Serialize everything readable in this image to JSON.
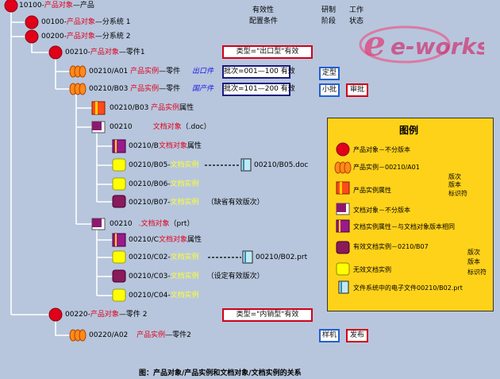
{
  "header": {
    "col1a": "有效性",
    "col1b": "配置条件",
    "col2a": "研制",
    "col2b": "阶段",
    "col3a": "工作",
    "col3b": "状态"
  },
  "logo": {
    "text": "e-works"
  },
  "nodes": {
    "root": {
      "code": "10100-",
      "type": "产品对象",
      "suffix": "—产品"
    },
    "ss1": {
      "code": "00100-",
      "type": "产品对象",
      "suffix": "—分系统 1"
    },
    "ss2": {
      "code": "00200-",
      "type": "产品对象",
      "suffix": "—分系统 2"
    },
    "p1": {
      "code": "00210-",
      "type": "产品对象",
      "suffix": "—零件1"
    },
    "a01": {
      "code": "00210/A01 ",
      "type": "产品实例",
      "suffix": "—零件",
      "tag": "出口件"
    },
    "b03": {
      "code": "00210/B03 ",
      "type": "产品实例",
      "suffix": "—零件",
      "tag": "国产件"
    },
    "b03attr": {
      "code": "00210/B03 ",
      "type": "产品实例",
      "suffix": "属性"
    },
    "doc": {
      "code": "00210",
      "type": "文档对象",
      "suffix": "（.doc）"
    },
    "bdoc": {
      "code": "00210/B",
      "type": "文档对象",
      "suffix": "属性"
    },
    "b05": {
      "code": "00210/B05-",
      "type": "文档实例"
    },
    "b06": {
      "code": "00210/B06-",
      "type": "文档实例"
    },
    "b07": {
      "code": "00210/B07-",
      "type": "文档实例",
      "note": "（缺省有效版次）"
    },
    "b05file": {
      "text": "00210/B05.doc"
    },
    "prt": {
      "code": "00210",
      "type": ".文档对象",
      "suffix": "（prt）"
    },
    "cdoc": {
      "code": "00210/C",
      "type": "文档对象",
      "suffix": "属性"
    },
    "c02": {
      "code": "00210/C02-",
      "type": "文档实例"
    },
    "c03": {
      "code": "00210/C03-",
      "type": "文档实例",
      "note": "（设定有效版次）"
    },
    "c04": {
      "code": "00210/C04-",
      "type": "文档实例"
    },
    "c02file": {
      "text": "00210/B02.prt"
    },
    "p2": {
      "code": "00220-",
      "type": "产品对象",
      "suffix": "—零件 2"
    },
    "a02": {
      "code": "00220/A02 ",
      "type": "产品实例",
      "suffix": "—零件2"
    }
  },
  "boxes": {
    "type1": "类型=\"出口型\"有效",
    "type2": "类型=\"内销型\"有效",
    "batch1": "批次=001—100 有效",
    "batch2": "批次=101—200 有效",
    "stage1": "定型",
    "stage2": "小批",
    "stage3": "样机",
    "status1": "审批",
    "status2": "发布"
  },
  "legend": {
    "title": "图例",
    "items": {
      "i1": "产品对象－不分版本",
      "i2": "产品实例－00210/A01",
      "i2a": "版次",
      "i2b": "版本",
      "i2c": "标识符",
      "i3": "产品实例属性",
      "i4": "文档对象－不分版本",
      "i5": "文档实例属性－与文档对象版本相同",
      "i6": "有效文档实例－0210/B07",
      "i6a": "版次",
      "i6b": "版本",
      "i6c": "标识符",
      "i7": "无效文档实例",
      "i8": "文件系统中的电子文件00210/B02.prt"
    }
  },
  "caption": "图：产品对象/产品实例和文档对象/文档实例的关系",
  "colors": {
    "background": "#b7c6dd",
    "red": "#e0001a",
    "orange": "#ff8a1a",
    "purple": "#8a1a6e",
    "yellow": "#ffff00",
    "legend": "#ffd21a"
  }
}
